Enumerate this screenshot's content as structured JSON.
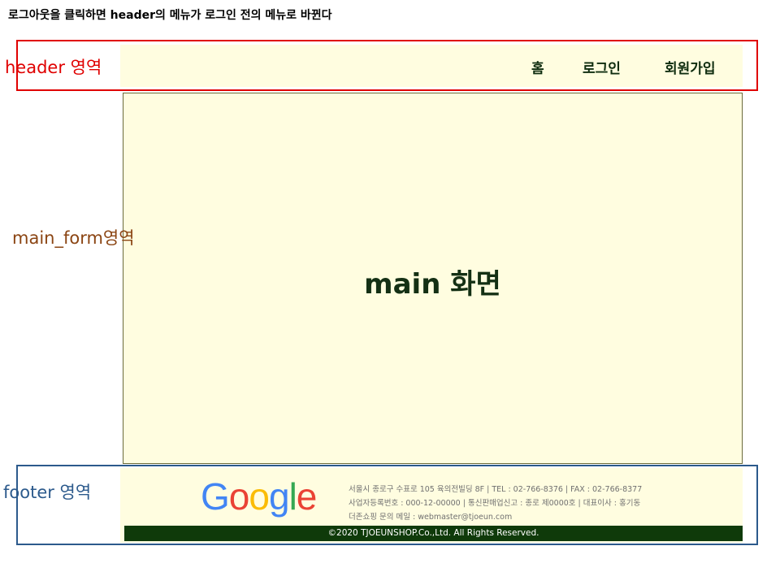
{
  "caption": "로그아웃을 클릭하면 header의 메뉴가 로그인 전의 메뉴로 바뀐다",
  "annotations": {
    "header": "header 영역",
    "main": "main_form영역",
    "footer": "footer 영역"
  },
  "header": {
    "nav": [
      "홈",
      "로그인",
      "회원가입"
    ]
  },
  "main": {
    "title": "main 화면"
  },
  "footer": {
    "logo": "Google",
    "logo_colors": [
      "#4285F4",
      "#EA4335",
      "#FBBC05",
      "#4285F4",
      "#34A853",
      "#EA4335"
    ],
    "info_lines": [
      "서울시 종로구 수표로 105 육의전빌딩 8F | TEL : 02-766-8376 | FAX : 02-766-8377",
      "사업자등록번호 : 000-12-00000 | 통신판매업신고 : 종로 제0000호 | 대표이사 : 홍기동",
      "더존쇼핑 문의 메일 : webmaster@tjoeun.com"
    ],
    "copyright": "©2020 TJOEUNSHOP.Co.,Ltd. All Rights Reserved."
  },
  "colors": {
    "panel_bg": "#fffde0",
    "header_outline": "#e00000",
    "footer_outline": "#2c5a8c",
    "footer_bar": "#0f3a0a"
  }
}
